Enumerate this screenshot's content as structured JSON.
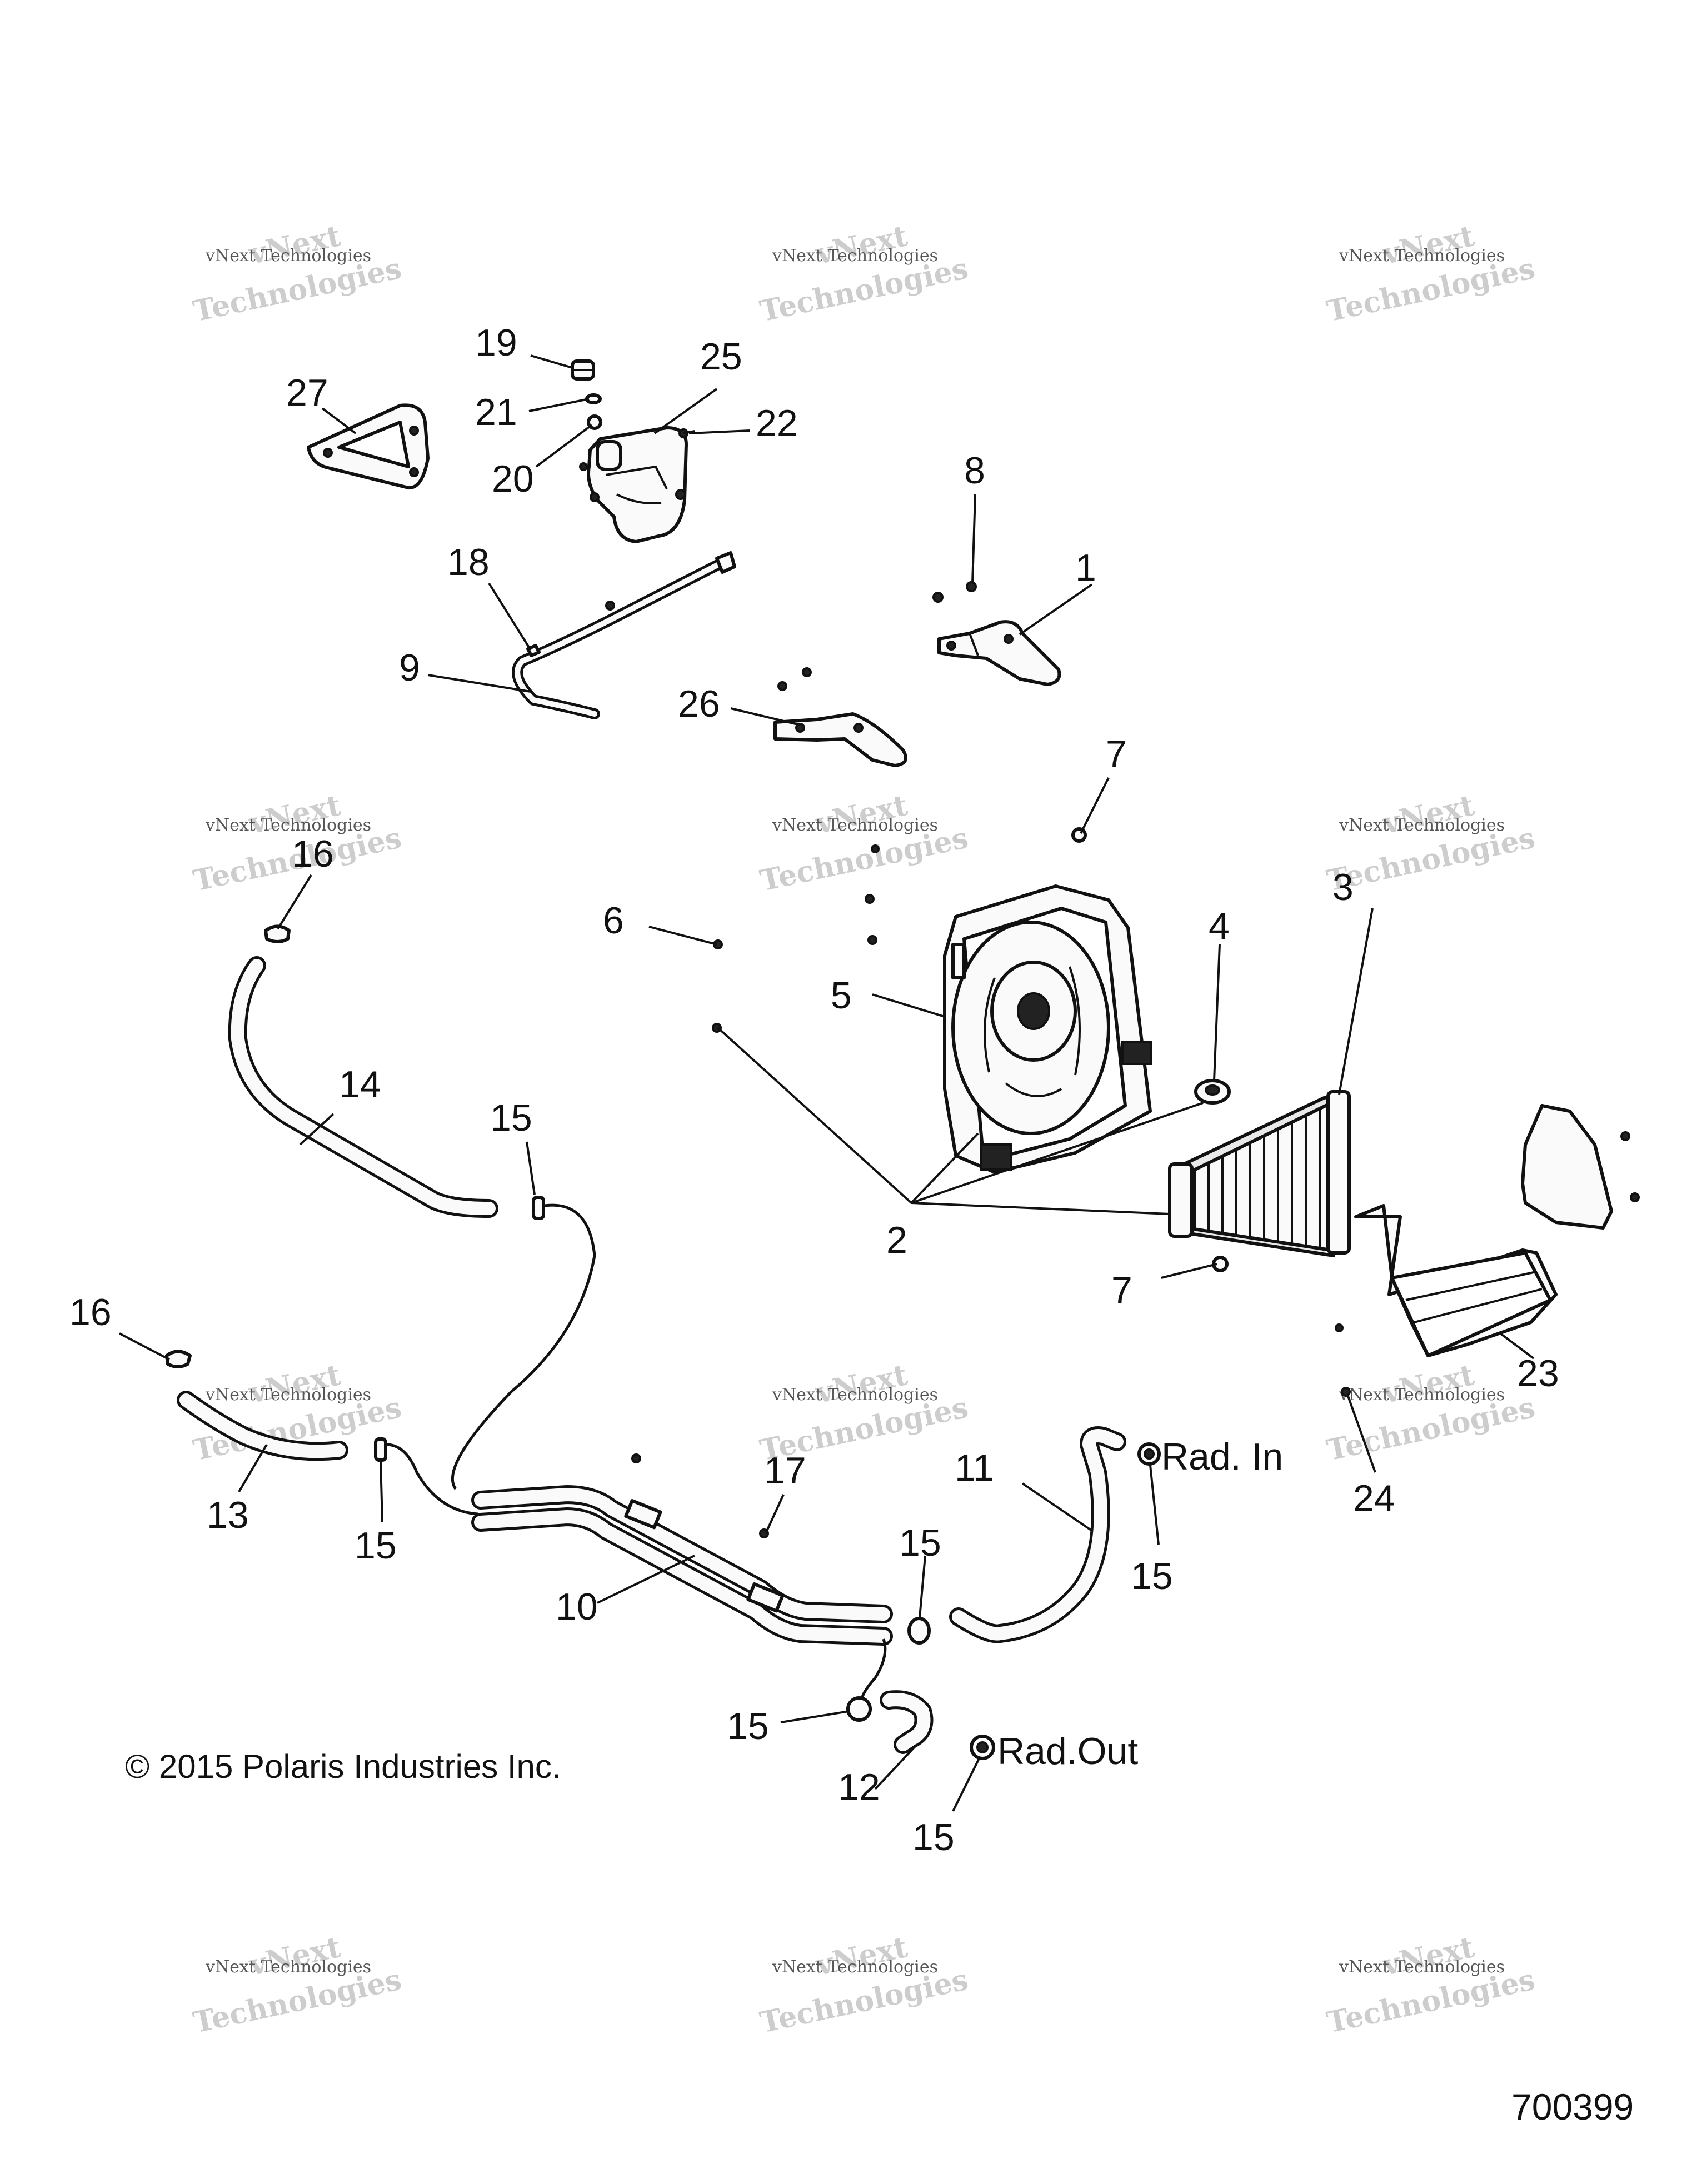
{
  "callouts": {
    "c1": "1",
    "c2": "2",
    "c3": "3",
    "c4": "4",
    "c5": "5",
    "c6": "6",
    "c7a": "7",
    "c7b": "7",
    "c8": "8",
    "c9": "9",
    "c10": "10",
    "c11": "11",
    "c12": "12",
    "c13": "13",
    "c14": "14",
    "c15a": "15",
    "c15b": "15",
    "c15c": "15",
    "c15d": "15",
    "c15e": "15",
    "c15f": "15",
    "c16a": "16",
    "c16b": "16",
    "c17": "17",
    "c18": "18",
    "c19": "19",
    "c20": "20",
    "c21": "21",
    "c22": "22",
    "c23": "23",
    "c24": "24",
    "c25": "25",
    "c26": "26",
    "c27": "27"
  },
  "annotations": {
    "rad_in": "Rad. In",
    "rad_out": "Rad.Out"
  },
  "copyright": "© 2015 Polaris Industries Inc.",
  "document_number": "700399",
  "watermark": {
    "line1": "vNext",
    "line2": "vNext Technologies",
    "line3": "Technologies"
  }
}
